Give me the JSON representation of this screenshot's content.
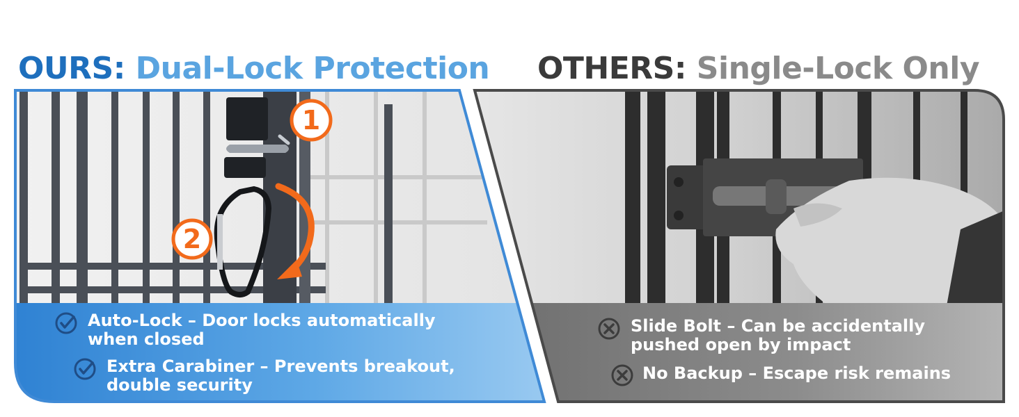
{
  "ours": {
    "keyword": "OURS:",
    "headline": "Dual-Lock Protection",
    "markers": [
      "1",
      "2"
    ],
    "bullets": [
      {
        "icon": "check-circle-icon",
        "text": "Auto-Lock – Door locks automatically when closed"
      },
      {
        "icon": "check-circle-icon",
        "text": "Extra Carabiner – Prevents breakout, double security"
      }
    ]
  },
  "others": {
    "keyword": "OTHERS:",
    "headline": "Single-Lock Only",
    "bullets": [
      {
        "icon": "x-circle-icon",
        "text": "Slide Bolt – Can be accidentally pushed open by impact"
      },
      {
        "icon": "x-circle-icon",
        "text": "No Backup – Escape risk remains"
      }
    ]
  },
  "colors": {
    "ours_blue_dark": "#1e6fbd",
    "ours_blue_light": "#5aa4e0",
    "others_dark": "#3a3a3a",
    "others_gray": "#8a8a8a",
    "accent_orange": "#f26a1b"
  }
}
